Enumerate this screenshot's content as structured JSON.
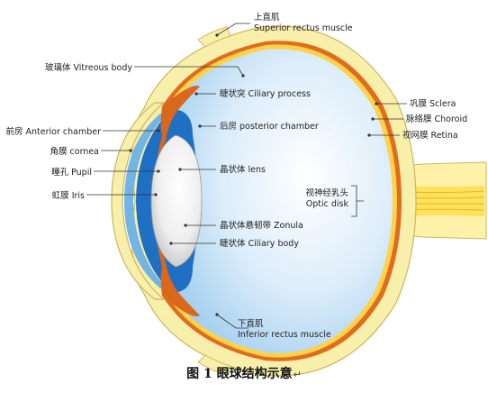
{
  "labels": {
    "superior_rectus_cn": "上直肌",
    "superior_rectus_en": "Superior rectus muscle",
    "vitreous": "玻璃体 Vitreous body",
    "ciliary_process": "睫状突  Ciliary process",
    "anterior_chamber": "前房 Anterior chamber",
    "posterior_chamber": "后房 posterior chamber",
    "cornea": "角膜 cornea",
    "pupil": "瞳孔 Pupil",
    "lens": "晶状体 lens",
    "iris": "虹膜 Iris",
    "zonula": "晶状体悬韧带 Zonula",
    "ciliary_body": "睫状体 Ciliary body",
    "inferior_rectus_cn": "下直肌",
    "inferior_rectus_en": "Inferior rectus muscle",
    "sclera": "巩膜 Sclera",
    "choroid": "脉络膜 Choroid",
    "retina": "视网膜 Retina",
    "optic_disk_cn": "视神经乳头",
    "optic_disk_en": "Optic disk"
  },
  "caption": {
    "text": "图 1  眼球结构示意",
    "return_mark": "↵"
  },
  "colors": {
    "sclera": "#f7efaa",
    "sclera_stroke": "#c9b863",
    "choroid": "#d9681d",
    "retina": "#ffd24a",
    "vitreous": "#cfe6f8",
    "cornea": "#72b4e4",
    "chamber": "#1f6fc5",
    "lens": "#e6e6e6",
    "iris": "#cc5a14",
    "optic_nerve": "#ffe15a"
  }
}
